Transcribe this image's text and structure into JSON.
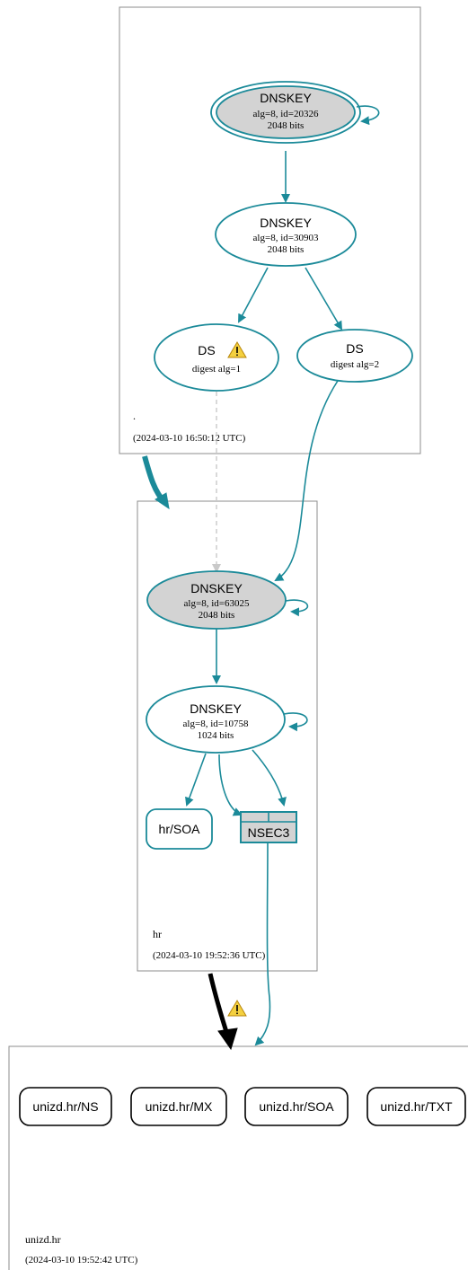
{
  "colors": {
    "teal": "#1b8a99",
    "self_sign_fill": "#d3d3d3",
    "zone_border": "#8c8c8c",
    "insecure_arrow": "#c9c9c9",
    "delegation_teal": "#1b8a99",
    "delegation_black": "#000000",
    "warning_fill": "#f4d03f"
  },
  "zones": {
    "root": {
      "name": ".",
      "timestamp": "(2024-03-10 16:50:12 UTC)"
    },
    "hr": {
      "name": "hr",
      "timestamp": "(2024-03-10 19:52:36 UTC)"
    },
    "unizd": {
      "name": "unizd.hr",
      "timestamp": "(2024-03-10 19:52:42 UTC)"
    }
  },
  "nodes": {
    "root_ksk": {
      "title": "DNSKEY",
      "line1": "alg=8, id=20326",
      "line2": "2048 bits"
    },
    "root_zsk": {
      "title": "DNSKEY",
      "line1": "alg=8, id=30903",
      "line2": "2048 bits"
    },
    "root_ds1": {
      "title": "DS",
      "line1": "digest alg=1",
      "icon": "warning-icon"
    },
    "root_ds2": {
      "title": "DS",
      "line1": "digest alg=2"
    },
    "hr_ksk": {
      "title": "DNSKEY",
      "line1": "alg=8, id=63025",
      "line2": "2048 bits"
    },
    "hr_zsk": {
      "title": "DNSKEY",
      "line1": "alg=8, id=10758",
      "line2": "1024 bits"
    },
    "hr_soa": {
      "label": "hr/SOA"
    },
    "hr_nsec3": {
      "label": "NSEC3"
    },
    "unizd_ns": {
      "label": "unizd.hr/NS"
    },
    "unizd_mx": {
      "label": "unizd.hr/MX"
    },
    "unizd_soa": {
      "label": "unizd.hr/SOA"
    },
    "unizd_txt": {
      "label": "unizd.hr/TXT"
    }
  },
  "edges": [
    {
      "from": "root_ksk",
      "to": "root_ksk",
      "kind": "self-signature"
    },
    {
      "from": "root_ksk",
      "to": "root_zsk",
      "kind": "signature"
    },
    {
      "from": "root_zsk",
      "to": "root_ds1",
      "kind": "signature"
    },
    {
      "from": "root_zsk",
      "to": "root_ds2",
      "kind": "signature"
    },
    {
      "from": "root_ds1",
      "to": "hr_ksk",
      "kind": "insecure-digest"
    },
    {
      "from": "root_ds2",
      "to": "hr_ksk",
      "kind": "digest"
    },
    {
      "from": "root",
      "to": "hr",
      "kind": "secure-delegation"
    },
    {
      "from": "hr_ksk",
      "to": "hr_ksk",
      "kind": "self-signature"
    },
    {
      "from": "hr_ksk",
      "to": "hr_zsk",
      "kind": "signature"
    },
    {
      "from": "hr_zsk",
      "to": "hr_zsk",
      "kind": "self-signature"
    },
    {
      "from": "hr_zsk",
      "to": "hr_soa",
      "kind": "signature"
    },
    {
      "from": "hr_zsk",
      "to": "hr_nsec3",
      "kind": "signature"
    },
    {
      "from": "hr_nsec3",
      "to": "unizd",
      "kind": "denial-of-existence"
    },
    {
      "from": "hr",
      "to": "unizd",
      "kind": "insecure-delegation",
      "icon": "warning-icon"
    }
  ]
}
